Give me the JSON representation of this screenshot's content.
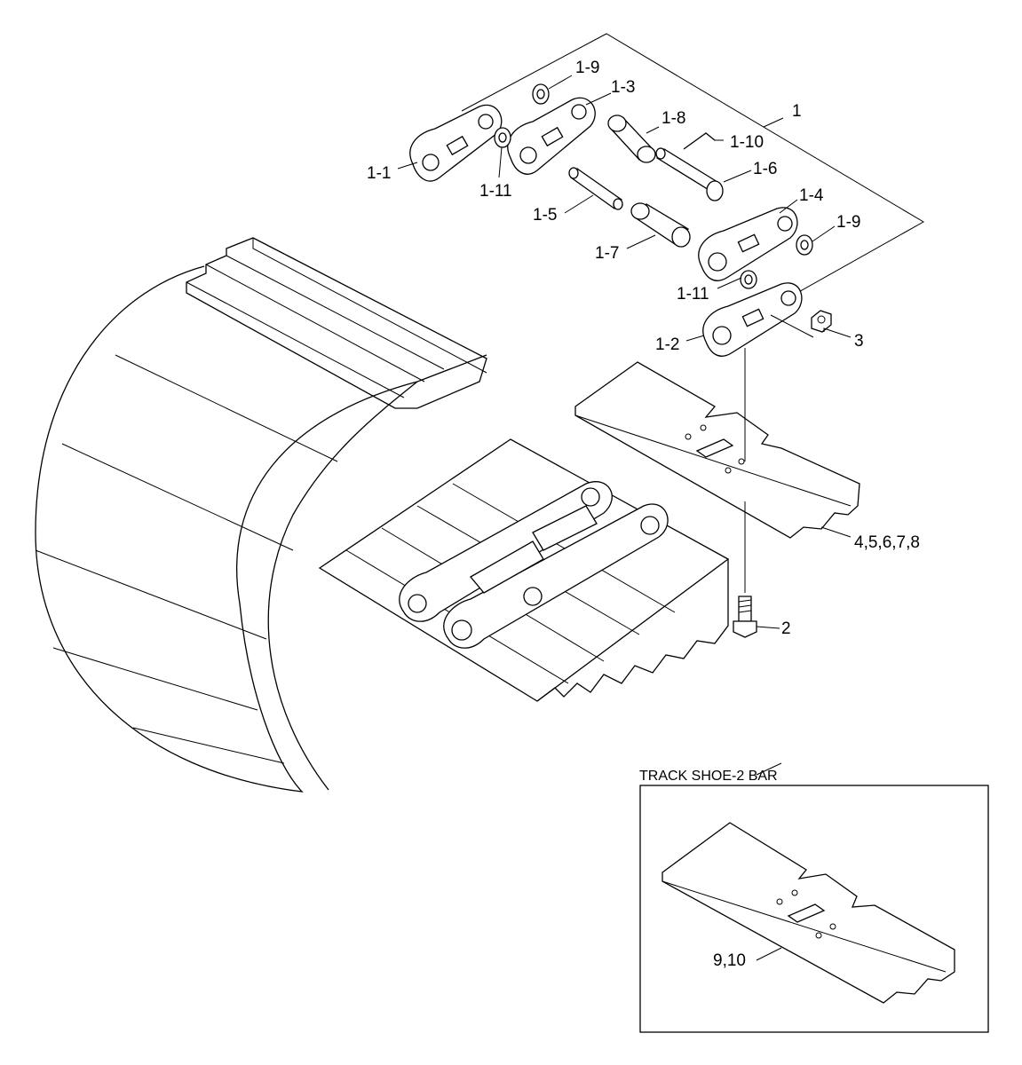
{
  "labels": {
    "p1": "1",
    "p1_1": "1-1",
    "p1_2": "1-2",
    "p1_3": "1-3",
    "p1_4": "1-4",
    "p1_5": "1-5",
    "p1_6": "1-6",
    "p1_7": "1-7",
    "p1_8": "1-8",
    "p1_9a": "1-9",
    "p1_9b": "1-9",
    "p1_10": "1-10",
    "p1_11a": "1-11",
    "p1_11b": "1-11",
    "p2": "2",
    "p3": "3",
    "p4_8": "4,5,6,7,8",
    "p9_10": "9,10"
  },
  "inset": {
    "title": "TRACK SHOE-2 BAR"
  }
}
